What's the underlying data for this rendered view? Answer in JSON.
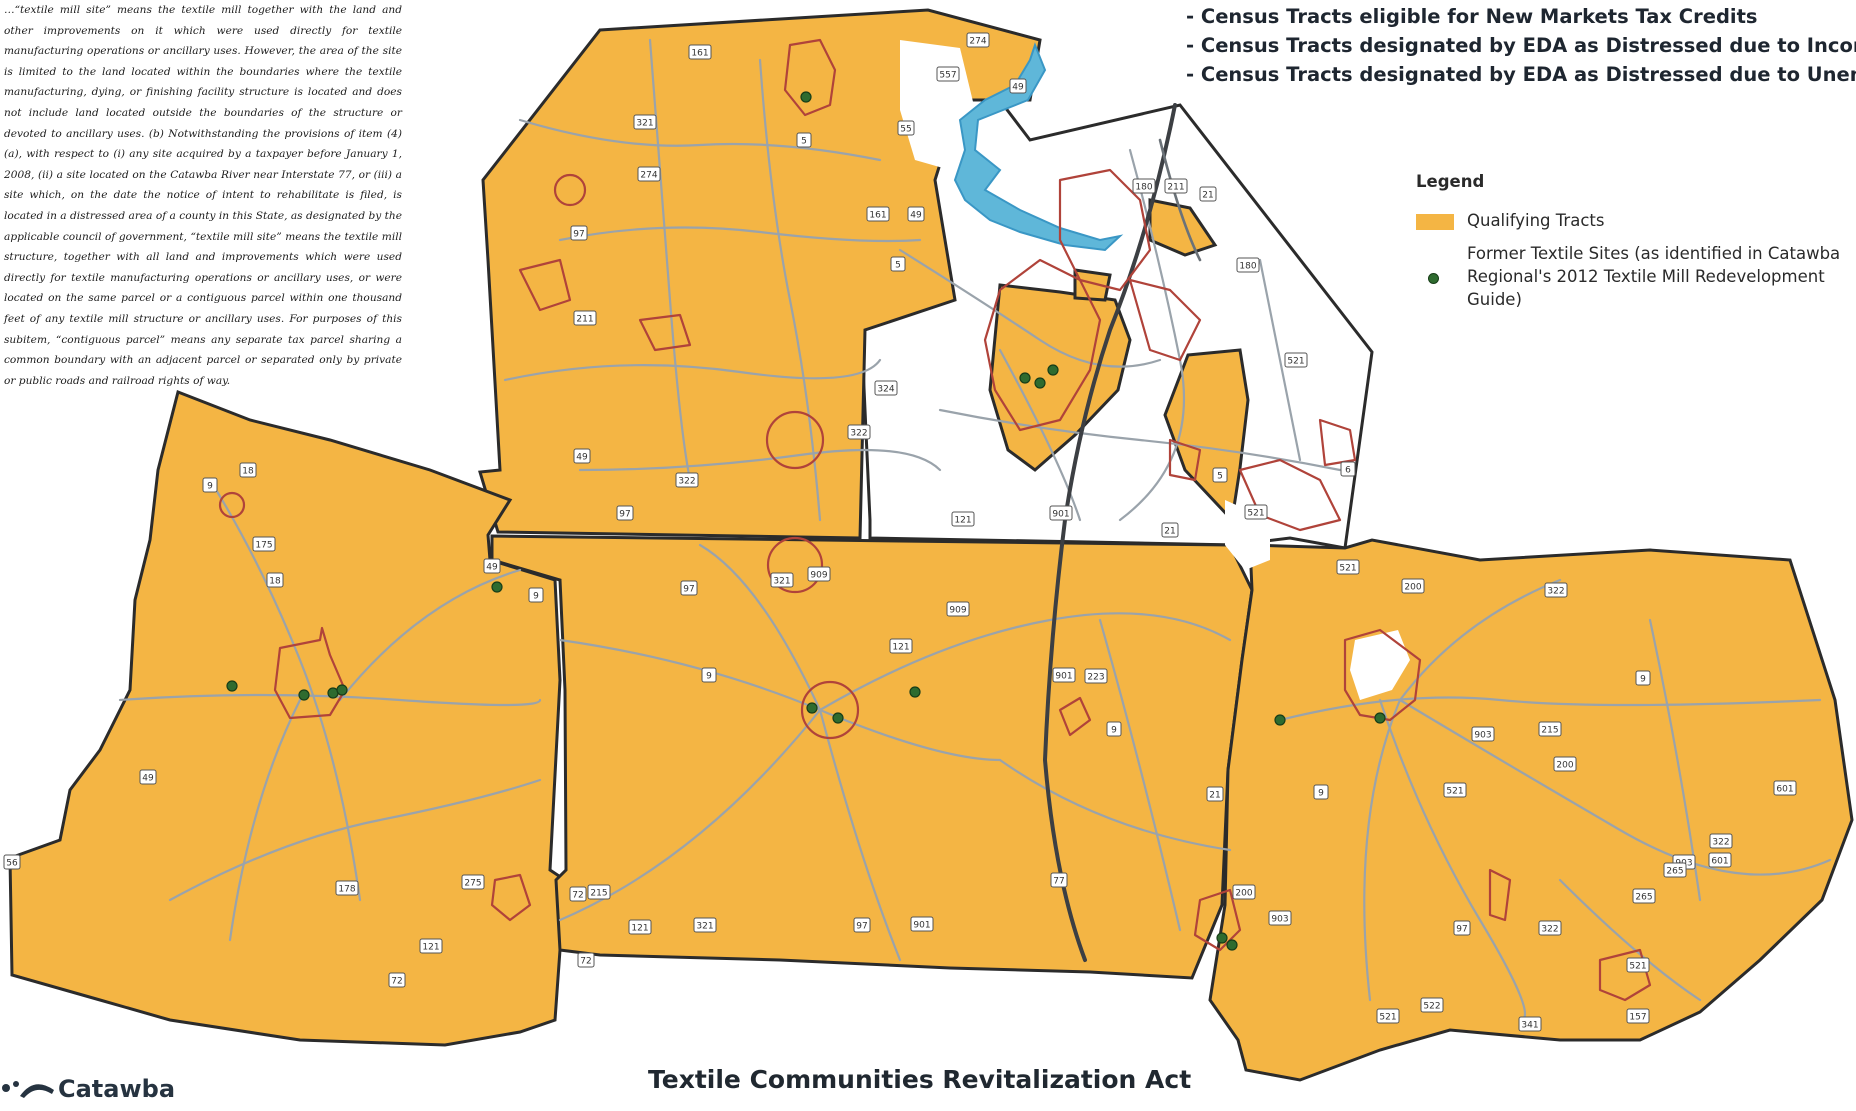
{
  "statute": {
    "text": "…“textile mill site” means the textile mill together with the land and other improvements on it which were used directly for textile manufacturing operations or ancillary uses. However, the area of the site is limited to the land located within the boundaries where the textile manufacturing, dying, or finishing facility structure is located and does not include land located outside the boundaries of the structure or devoted to ancillary uses. (b) Notwithstanding the provisions of item (4)(a), with respect to (i) any site acquired by a taxpayer before January 1, 2008, (ii) a site located on the Catawba River near Interstate 77, or (iii) a site which, on the date the notice of intent to rehabilitate is filed, is located in a distressed area of a county in this State, as designated by the applicable council of government, “textile mill site” means the textile mill structure, together with all land and improvements which were used directly for textile manufacturing operations or ancillary uses, or were located on the same parcel or a contiguous parcel within one thousand feet of any textile mill structure or ancillary uses. For purposes of this subitem, “contiguous parcel” means any separate tax parcel sharing a common boundary with an adjacent parcel or separated only by private or public roads and railroad rights of way."
  },
  "criteria": [
    "- Census Tracts eligible for New Markets Tax Credits",
    "- Census Tracts designated by EDA as Distressed due to Income",
    "- Census Tracts designated by EDA as Distressed due to Unemployment"
  ],
  "legend": {
    "title": "Legend",
    "qualifying_label": "Qualifying Tracts",
    "sites_label": "Former Textile Sites (as identified in Catawba Regional's 2012 Textile Mill Redevelopment Guide)"
  },
  "title": "Textile Communities Revitalization Act",
  "logo_text": "Catawba",
  "colors": {
    "qualifying": "#f4b544",
    "site": "#2e6b2f",
    "water": "#5fb7d9",
    "city_boundary": "#b0433a"
  },
  "road_shields": [
    "161",
    "274",
    "557",
    "49",
    "55",
    "321",
    "5",
    "274",
    "49",
    "161",
    "5",
    "97",
    "211",
    "211",
    "180",
    "21",
    "180",
    "521",
    "324",
    "322",
    "49",
    "322",
    "97",
    "121",
    "901",
    "21",
    "5",
    "521",
    "6",
    "9",
    "18",
    "175",
    "18",
    "49",
    "9",
    "97",
    "321",
    "909",
    "121",
    "9",
    "901",
    "223",
    "909",
    "9",
    "521",
    "200",
    "322",
    "9",
    "903",
    "215",
    "49",
    "72",
    "121",
    "72",
    "215",
    "321",
    "97",
    "901",
    "77",
    "21",
    "200",
    "9",
    "521",
    "200",
    "601",
    "322",
    "903",
    "265",
    "265",
    "601",
    "903",
    "97",
    "322",
    "521",
    "157",
    "341",
    "521",
    "56",
    "275",
    "178",
    "121",
    "72",
    "522"
  ]
}
